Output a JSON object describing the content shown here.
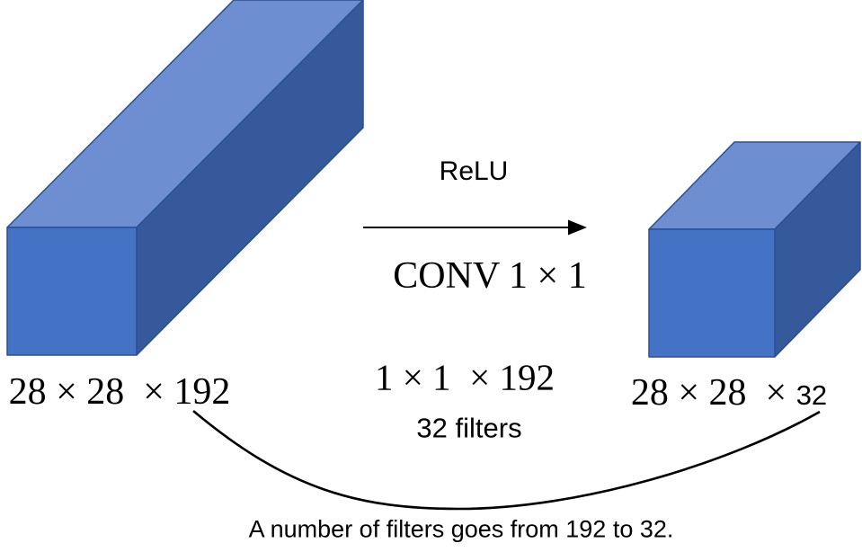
{
  "input_volume": {
    "dims": "28 × 28  × 192"
  },
  "transform": {
    "activation": "ReLU",
    "operation": "CONV 1 × 1",
    "kernel_dims": "1 × 1  × 192",
    "filters": "32 filters"
  },
  "output_volume": {
    "dims_prefix": "28 × 28  × ",
    "dims_filters": "32"
  },
  "caption": {
    "text": "A number of filters goes from 192 to 32."
  },
  "colors": {
    "face_front": "#4472C4",
    "face_top": "#6D8FD1",
    "face_side": "#35599B",
    "edge": "#2B4F93",
    "ink": "#000000"
  }
}
